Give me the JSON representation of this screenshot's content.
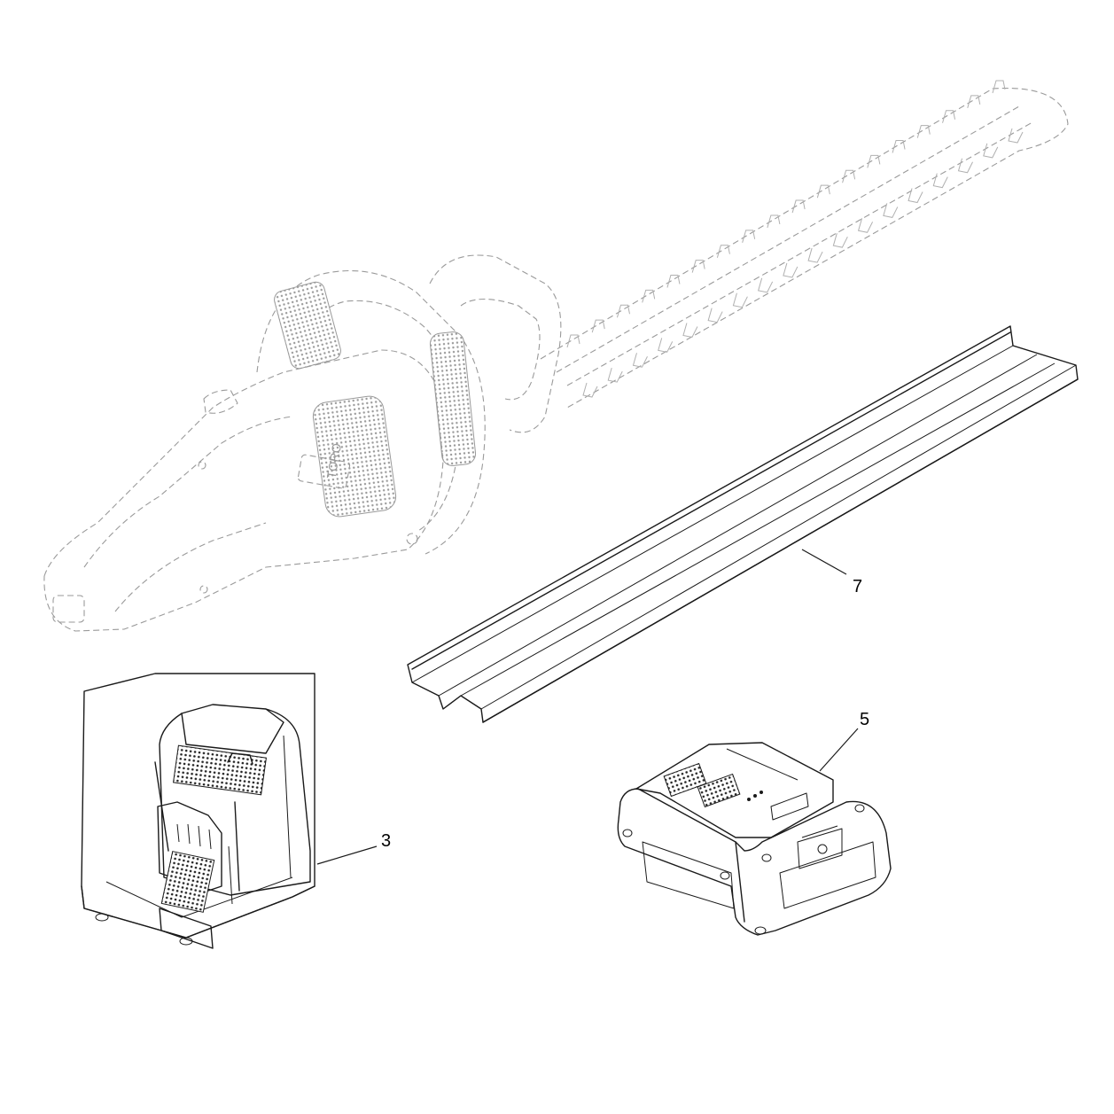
{
  "callouts": [
    {
      "id": "blade-guard",
      "label": "7"
    },
    {
      "id": "battery-pack",
      "label": "5"
    },
    {
      "id": "charger",
      "label": "3"
    }
  ],
  "parts": {
    "hedge_trimmer": {
      "rendering": "phantom",
      "logo_text": "TORO"
    },
    "blade_guard": {
      "rendering": "solid"
    },
    "battery_pack": {
      "rendering": "solid"
    },
    "charger": {
      "rendering": "solid"
    }
  },
  "colors": {
    "line": "#1a1a1a",
    "phantom_line": "#9a9a9a",
    "background": "#ffffff"
  }
}
